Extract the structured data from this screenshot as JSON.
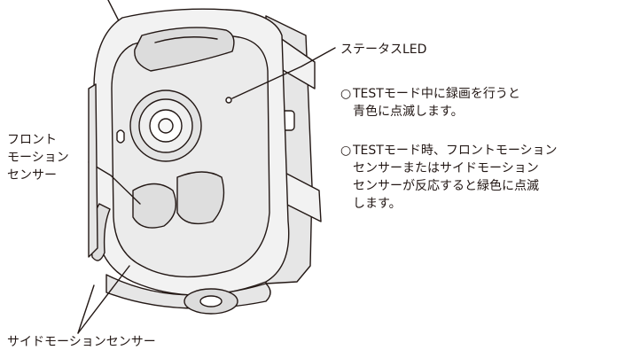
{
  "labels": {
    "status_led": "ステータスLED",
    "front_sensor": [
      "フロント",
      "モーション",
      "センサー"
    ],
    "side_sensor": "サイドモーションセンサー"
  },
  "notes": {
    "note1": {
      "line1": "TESTモード中に録画を行うと",
      "line2": "青色に点滅します。"
    },
    "note2": {
      "line1": "TESTモード時、フロントモーション",
      "line2": "センサーまたはサイドモーション",
      "line3": "センサーが反応すると緑色に点滅",
      "line4": "します。"
    },
    "bullet": "○"
  },
  "colors": {
    "line": "#231815",
    "body_fill": "#f2f2f2",
    "body_shade": "#d9d9d9"
  }
}
